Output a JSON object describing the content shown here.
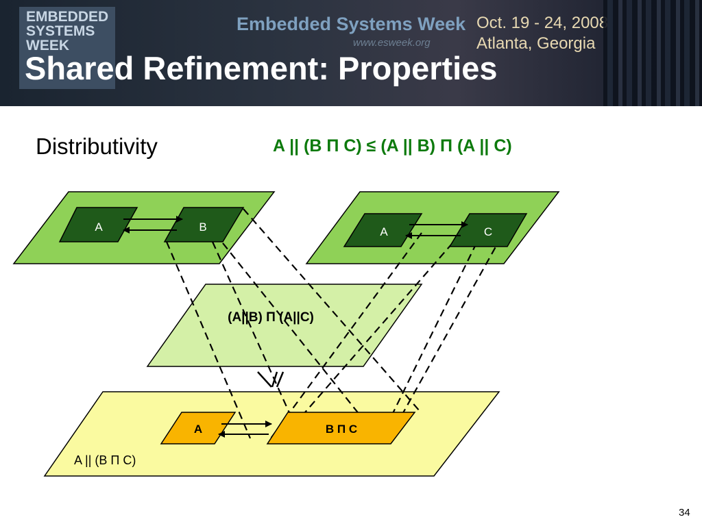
{
  "banner": {
    "logo_text": "EMBEDDED\nSYSTEMS\nWEEK",
    "conference_name": "Embedded Systems Week",
    "conference_url": "www.esweek.org",
    "conference_date": "Oct. 19 - 24, 2008",
    "conference_place": "Atlanta, Georgia"
  },
  "slide": {
    "title": "Shared Refinement: Properties",
    "property_label": "Distributivity",
    "formula": "A || (B Π C) ≤ (A || B) Π (A || C)",
    "page_number": "34"
  },
  "diagram": {
    "planes": {
      "ab": {
        "a": "A",
        "b": "B"
      },
      "ac": {
        "a": "A",
        "c": "C"
      },
      "middle": {
        "label": "(A||B) Π (A||C)"
      },
      "bottom": {
        "a": "A",
        "bc": "B Π C",
        "label": "A || (B Π C)"
      }
    },
    "relation_symbol": "\\/",
    "colors": {
      "plane_green": "#8fd157",
      "plane_light_green": "#d4f0a7",
      "plane_yellow": "#fafaa0",
      "box_dark_green": "#1f5a1a",
      "box_orange": "#f9b400",
      "formula_green": "#0d7a0d"
    }
  }
}
